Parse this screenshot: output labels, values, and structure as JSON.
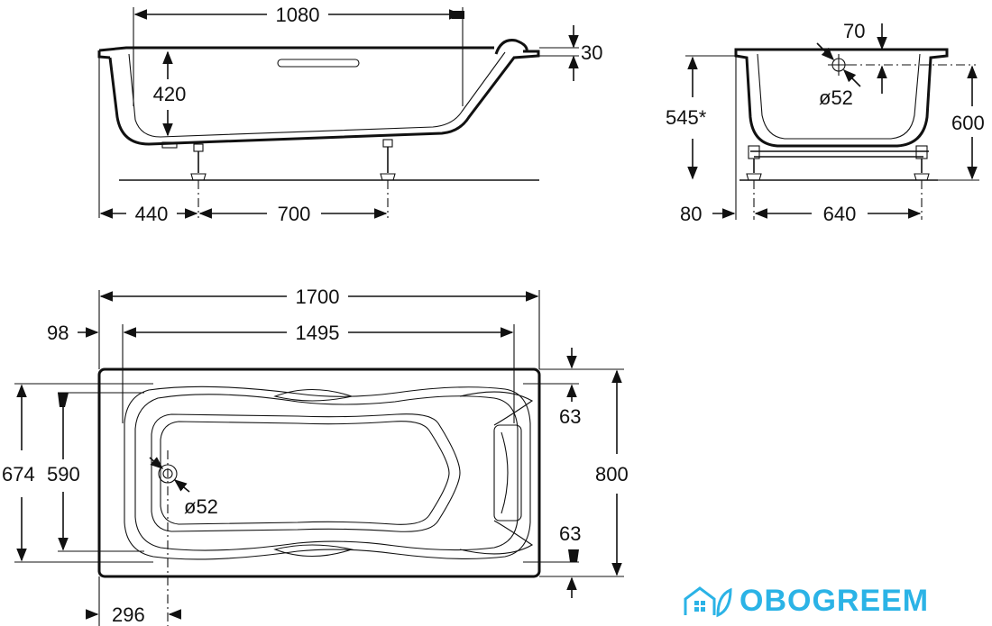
{
  "side_view": {
    "length_inner": "1080",
    "depth": "420",
    "rim": "30",
    "leg_offset": "440",
    "leg_span": "700"
  },
  "end_view": {
    "drain_offset": "70",
    "drain_diameter": "ø52",
    "height_total": "545*",
    "height_600": "600",
    "foot_offset": "80",
    "foot_span": "640"
  },
  "top_view": {
    "length_total": "1700",
    "length_inner": "1495",
    "edge_offset": "98",
    "width_674": "674",
    "width_590": "590",
    "width_total": "800",
    "rim_top": "63",
    "rim_bottom": "63",
    "drain_diameter": "ø52",
    "drain_offset": "296"
  },
  "logo": {
    "text": "OBOGREEM",
    "color": "#2bb3e6"
  }
}
